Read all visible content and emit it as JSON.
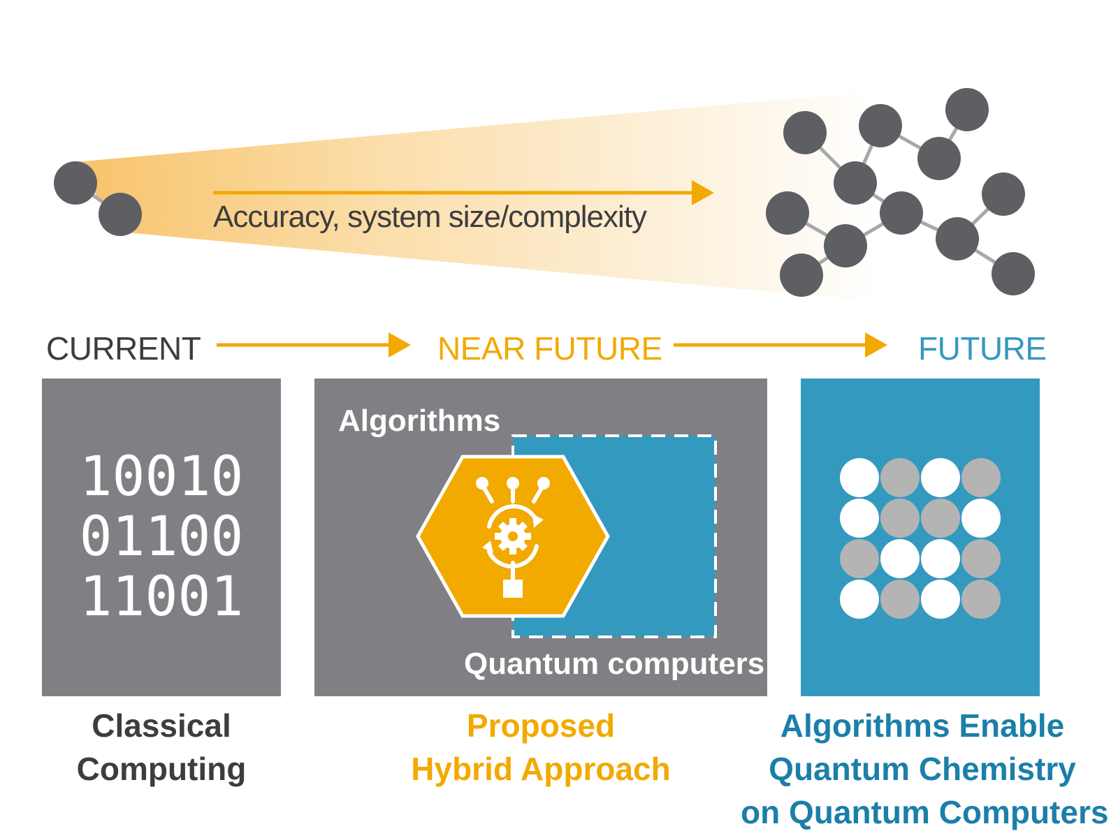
{
  "banner": {
    "label": "Accuracy, system size/complexity"
  },
  "stages": {
    "current": "CURRENT",
    "near_future": "NEAR FUTURE",
    "future": "FUTURE"
  },
  "panels": {
    "classical": {
      "binary_lines": [
        "10010",
        "01100",
        "11001"
      ]
    },
    "hybrid": {
      "algorithms_label": "Algorithms",
      "quantum_label": "Quantum computers"
    }
  },
  "captions": {
    "classical": [
      "Classical",
      "Computing"
    ],
    "hybrid": [
      "Proposed",
      "Hybrid Approach"
    ],
    "future": [
      "Algorithms Enable",
      "Quantum Chemistry",
      "on Quantum Computers"
    ]
  },
  "colors": {
    "accent_orange": "#f2a900",
    "dark_gray": "#5e5f63",
    "panel_gray": "#808084",
    "quantum_blue": "#3499be",
    "light_gray": "#b4b4b4",
    "connector_gray": "#a8a8a8",
    "text_dark": "#3d3d3f"
  },
  "icons": {
    "small_molecule": "diatomic-molecule-icon",
    "large_molecule": "complex-molecule-network-icon",
    "hexagon": "algorithm-gear-hexagon-icon",
    "qubit_grid": "qubit-grid-icon"
  }
}
